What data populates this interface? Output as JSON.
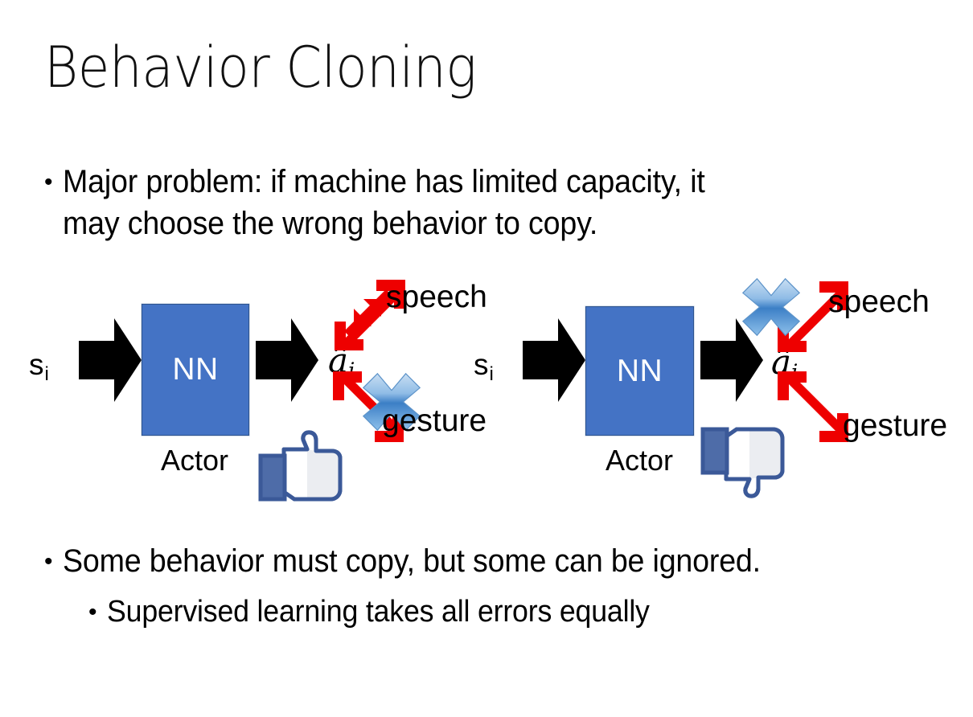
{
  "slide": {
    "title": "Behavior Cloning",
    "background_color": "#FFFFFF",
    "accent_blue": "#4473C5",
    "arrow_red": "#EE0000",
    "facebook_blue": "#3B5998",
    "x_icon_blue": "#5B9BD5"
  },
  "bullets": {
    "top": {
      "marker": "•",
      "text": "Major problem: if machine has limited capacity, it\nmay choose the wrong behavior to copy."
    },
    "bottom_1": {
      "marker": "•",
      "text": "Some behavior must copy, but some can be ignored."
    },
    "bottom_2": {
      "marker": "•",
      "text": "Supervised learning takes all errors equally"
    }
  },
  "diagrams": [
    {
      "id": "left",
      "input_label": "s",
      "input_subscript": "i",
      "box_label": "NN",
      "box_caption": "Actor",
      "output_label": "â",
      "output_subscript": "i",
      "branch_top_label": "speech",
      "branch_bottom_label": "gesture",
      "crossed_branch": "gesture",
      "verdict_icon": "thumbs-up-icon",
      "verdict": "good"
    },
    {
      "id": "right",
      "input_label": "s",
      "input_subscript": "i",
      "box_label": "NN",
      "box_caption": "Actor",
      "output_label": "â",
      "output_subscript": "i",
      "branch_top_label": "speech",
      "branch_bottom_label": "gesture",
      "crossed_branch": "speech",
      "verdict_icon": "thumbs-down-icon",
      "verdict": "bad"
    }
  ]
}
